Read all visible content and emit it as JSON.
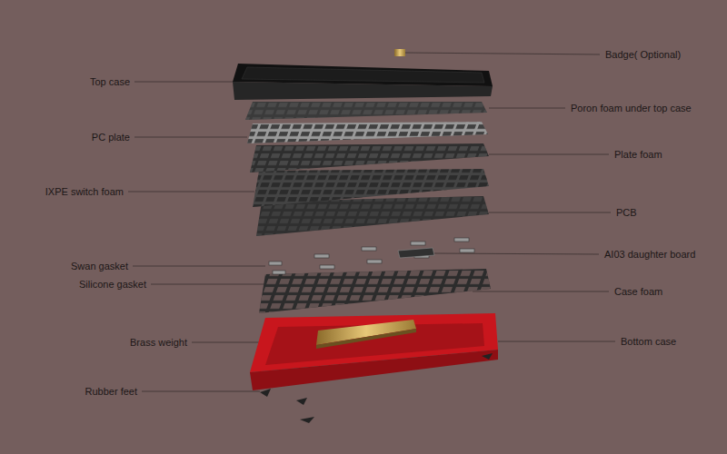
{
  "diagram": {
    "labels": [
      "Badge( Optional)",
      "Top case",
      "Poron foam under top case",
      "PC plate",
      "Plate foam",
      "IXPE switch foam",
      "PCB",
      "AI03 daughter board",
      "Swan gasket",
      "Silicone gasket",
      "Case foam",
      "Brass weight",
      "Bottom case",
      "Rubber feet"
    ]
  }
}
